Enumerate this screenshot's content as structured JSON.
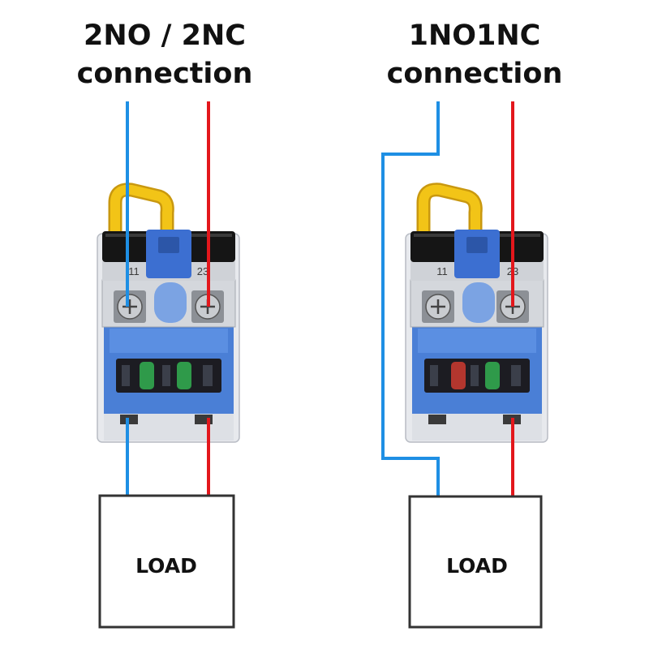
{
  "panels": [
    {
      "title_line1": "2NO / 2NC",
      "title_line2": "connection",
      "terminal_left": "11",
      "terminal_right": "23",
      "load_label": "LOAD",
      "indicator_colors": [
        "#2f9a4a",
        "#2f9a4a"
      ]
    },
    {
      "title_line1": "1NO1NC",
      "title_line2": "connection",
      "terminal_left": "11",
      "terminal_right": "23",
      "load_label": "LOAD",
      "indicator_colors": [
        "#b3362e",
        "#2f9a4a"
      ]
    }
  ],
  "colors": {
    "wire_blue": "#1e8fe4",
    "wire_red": "#e3171c",
    "clip_yellow": "#f2c417",
    "body_blue": "#4a7fd6",
    "load_border": "#333333"
  }
}
